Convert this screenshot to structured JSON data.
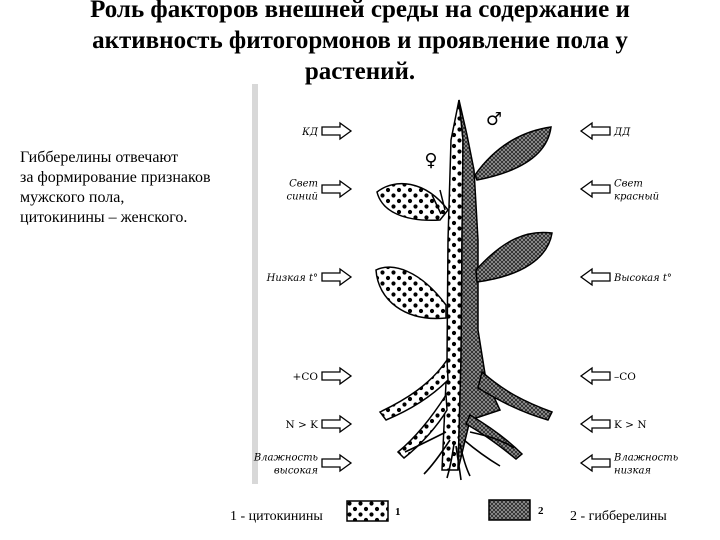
{
  "title": "Роль факторов внешней среды на содержание и\nактивность фитогормонов и проявление пола у\nрастений.",
  "note": "Гибберелины отвечают\nза формирование признаков\nмужского пола,\nцитокинины – женского.",
  "left_factors": [
    {
      "lines": [
        "КД"
      ],
      "italic": true
    },
    {
      "lines": [
        "Свет",
        "синий"
      ],
      "italic": true
    },
    {
      "lines": [
        "Низкая t°"
      ],
      "italic": true
    },
    {
      "lines": [
        "+CO"
      ],
      "italic": false
    },
    {
      "lines": [
        "N > K"
      ],
      "italic": false
    },
    {
      "lines": [
        "Влажность",
        "высокая"
      ],
      "italic": true
    }
  ],
  "right_factors": [
    {
      "lines": [
        "ДД"
      ],
      "italic": true
    },
    {
      "lines": [
        "Свет",
        "красный"
      ],
      "italic": true
    },
    {
      "lines": [
        "Высокая t°"
      ],
      "italic": true
    },
    {
      "lines": [
        "–CO"
      ],
      "italic": false
    },
    {
      "lines": [
        "K > N"
      ],
      "italic": false
    },
    {
      "lines": [
        "Влажность",
        "низкая"
      ],
      "italic": true
    }
  ],
  "sex_symbols": {
    "female": "♀",
    "male": "♂"
  },
  "legend": {
    "item1_number": "1",
    "item2_number": "2",
    "caption_left": "1 - цитокинины",
    "caption_right": "2 - гибберелины"
  }
}
